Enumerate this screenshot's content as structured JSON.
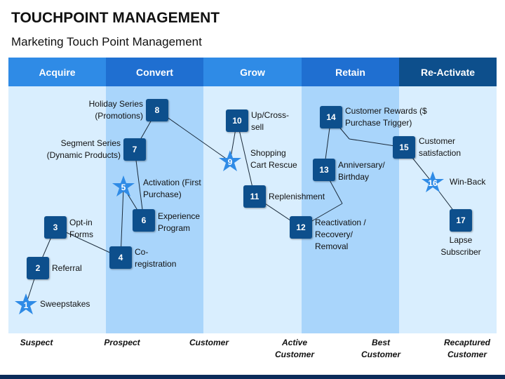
{
  "title": "TOUCHPOINT MANAGEMENT",
  "subtitle": "Marketing Touch Point Management",
  "phases": [
    "Acquire",
    "Convert",
    "Grow",
    "Retain",
    "Re-Activate"
  ],
  "nodes": [
    {
      "id": "1",
      "shape": "star",
      "label": "Sweepstakes"
    },
    {
      "id": "2",
      "shape": "square",
      "label": "Referral"
    },
    {
      "id": "3",
      "shape": "square",
      "label": "Opt-in Forms"
    },
    {
      "id": "4",
      "shape": "square",
      "label": "Co-registration"
    },
    {
      "id": "5",
      "shape": "star",
      "label": "Activation (First Purchase)"
    },
    {
      "id": "6",
      "shape": "square",
      "label": "Experience Program"
    },
    {
      "id": "7",
      "shape": "square",
      "label": "Segment Series (Dynamic Products)"
    },
    {
      "id": "8",
      "shape": "square",
      "label": "Holiday Series (Promotions)"
    },
    {
      "id": "9",
      "shape": "star",
      "label": "Shopping Cart Rescue"
    },
    {
      "id": "10",
      "shape": "square",
      "label": "Up/Cross-sell"
    },
    {
      "id": "11",
      "shape": "square",
      "label": "Replenishment"
    },
    {
      "id": "12",
      "shape": "square",
      "label": "Reactivation / Recovery/ Removal"
    },
    {
      "id": "13",
      "shape": "square",
      "label": "Anniversary/ Birthday"
    },
    {
      "id": "14",
      "shape": "square",
      "label": "Customer Rewards ($ Purchase Trigger)"
    },
    {
      "id": "15",
      "shape": "square",
      "label": "Customer satisfaction"
    },
    {
      "id": "16",
      "shape": "star",
      "label": "Win-Back"
    },
    {
      "id": "17",
      "shape": "square",
      "label": "Lapse Subscriber"
    }
  ],
  "stages": [
    "Suspect",
    "Prospect",
    "Customer",
    "Active Customer",
    "Best Customer",
    "Recaptured Customer"
  ],
  "colors": {
    "band_dark": "#1f6fd1",
    "band_mid": "#2f8be6",
    "col_light": "#d9eefe",
    "col_mid": "#a9d5fb",
    "node": "#0d4f8c",
    "star": "#2f8be6",
    "bottom_bar": "#0b2c5a"
  }
}
